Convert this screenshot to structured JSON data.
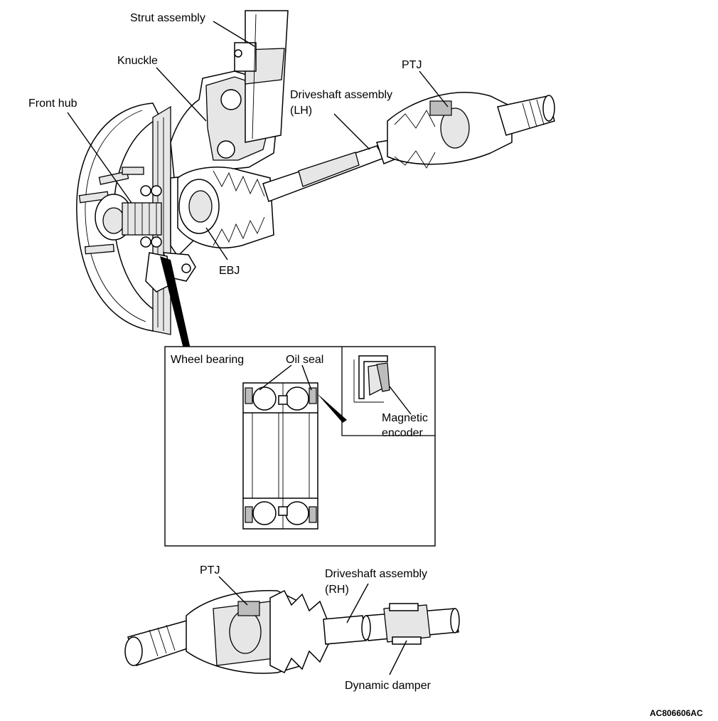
{
  "labels": {
    "strut": "Strut assembly",
    "knuckle": "Knuckle",
    "front_hub": "Front hub",
    "ptj_top": "PTJ",
    "driveshaft_lh_1": "Driveshaft assembly",
    "driveshaft_lh_2": "(LH)",
    "ebj": "EBJ",
    "wheel_bearing": "Wheel bearing",
    "oil_seal": "Oil seal",
    "magnetic_1": "Magnetic",
    "magnetic_2": "encoder",
    "ptj_bottom": "PTJ",
    "driveshaft_rh_1": "Driveshaft assembly",
    "driveshaft_rh_2": "(RH)",
    "dynamic_damper": "Dynamic damper",
    "figure_code": "AC806606AC"
  }
}
